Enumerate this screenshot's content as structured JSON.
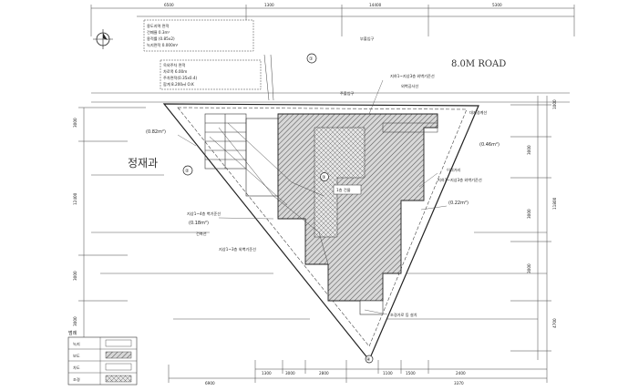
{
  "road_label": "8.0M ROAD",
  "side_road_label": "정재과",
  "area_labels": {
    "top_left": "(0.82m²)",
    "right_upper": "(0.46m²)",
    "right_lower": "(0.22m²)",
    "left_lower": "(0.18m²)"
  },
  "center_label": "1층 건물",
  "markers": [
    "①",
    "②",
    "③",
    "④"
  ],
  "legend": {
    "title": "범례",
    "items": [
      "녹지",
      "보도",
      "차도",
      "조경"
    ]
  },
  "top_dims": [
    "6500",
    "1300",
    "14400",
    "5300"
  ],
  "bottom_dims": [
    "6900",
    "1300",
    "3000",
    "2800",
    "1100",
    "1500",
    "2400",
    "3370"
  ],
  "left_dims": [
    "3000",
    "12400",
    "3000",
    "3000"
  ],
  "right_dims": [
    "1000",
    "3000",
    "3000",
    "11800",
    "3000",
    "4700"
  ],
  "notes": {
    "box1": [
      "용도지역 면적",
      "건폐율 0.3m²",
      "용적률 (0.85x2)",
      "녹지면적 0.000m²"
    ],
    "box2": [
      "옥외주차 면적",
      "차로폭 6.00m",
      "주차면적(0.35x0.4)",
      "합계 8.200㎡ O.K"
    ]
  },
  "callouts": {
    "right_1": "지하1~지상3층 외벽기준선",
    "right_2": "외벽공사선",
    "right_3": "이격거리",
    "right_4": "지하1~지상3층 외벽기준선",
    "right_5": "대지경계선",
    "left_1": "지상1~4층 벽기준선",
    "left_2": "건축선",
    "left_3": "지상1~3층 외벽기준선",
    "bottom_1": "조경가로 등 설치",
    "top_1": "주출입구",
    "top_2": "부출입구"
  }
}
